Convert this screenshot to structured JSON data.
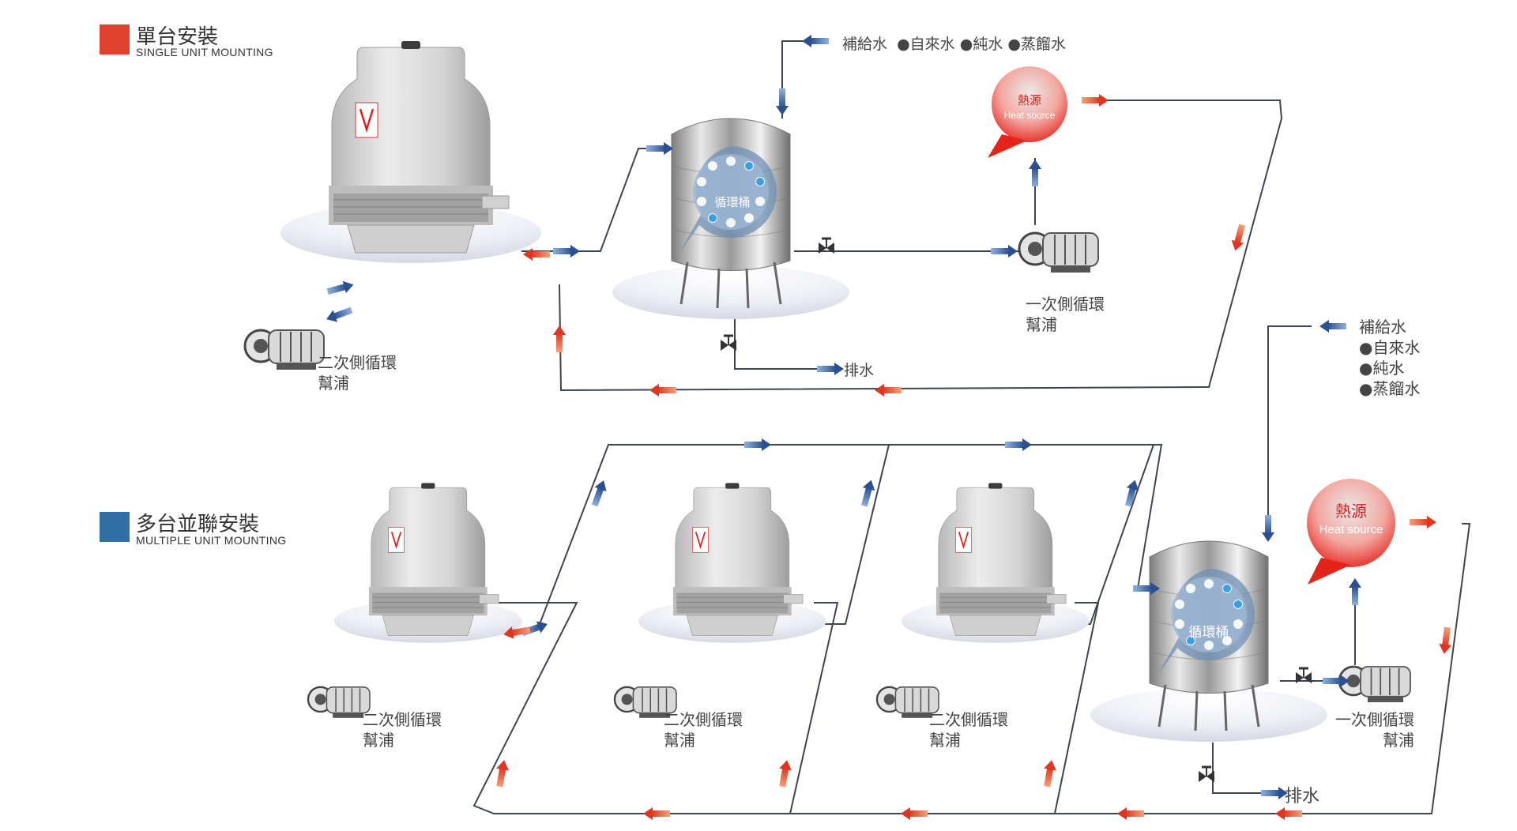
{
  "colors": {
    "single_accent": "#e1412f",
    "multiple_accent": "#2f6fa6",
    "flow_in": "#2b4f8f",
    "flow_out": "#e03520",
    "pipe": "#3d4550",
    "heat_source": "#e4231b"
  },
  "sections": {
    "single": {
      "title": "單台安裝",
      "subtitle": "SINGLE UNIT MOUNTING"
    },
    "multiple": {
      "title": "多台並聯安裝",
      "subtitle": "MULTIPLE UNIT MOUNTING"
    }
  },
  "single_unit": {
    "makeup_water": {
      "label": "補給水",
      "options": [
        "自來水",
        "純水",
        "蒸餾水"
      ]
    },
    "heat_source": {
      "zh": "熱源",
      "en": "Heat source"
    },
    "tank_label": "循環桶",
    "primary_pump": [
      "一次側循環",
      "幫浦"
    ],
    "secondary_pump": [
      "二次側循環",
      "幫浦"
    ],
    "drain": "排水"
  },
  "multiple_unit": {
    "makeup_water": {
      "label": "補給水",
      "options": [
        "自來水",
        "純水",
        "蒸餾水"
      ]
    },
    "heat_source": {
      "zh": "熱源",
      "en": "Heat source"
    },
    "tank_label": "循環桶",
    "primary_pump": [
      "一次側循環",
      "幫浦"
    ],
    "secondary_pumps": [
      [
        "二次側循環",
        "幫浦"
      ],
      [
        "二次側循環",
        "幫浦"
      ],
      [
        "二次側循環",
        "幫浦"
      ]
    ],
    "drain": "排水"
  },
  "icons": [
    "cooling-tower-icon",
    "circulation-tank-icon",
    "pump-icon",
    "heat-source-icon",
    "valve-icon",
    "flow-arrow-icon"
  ]
}
